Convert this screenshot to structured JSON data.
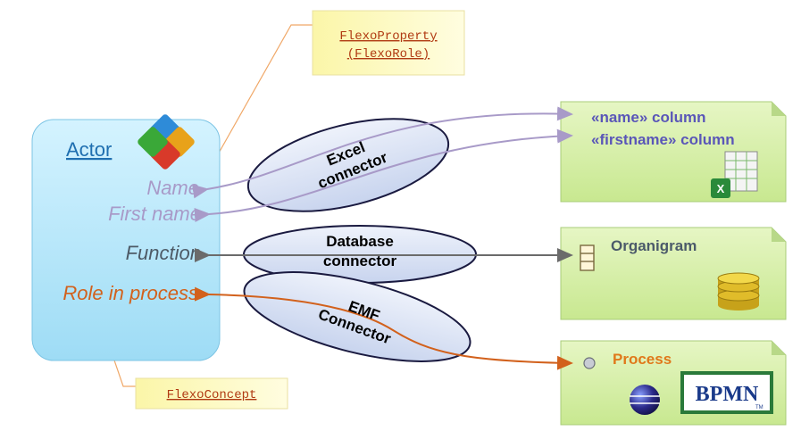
{
  "notes": {
    "flexo_property_line1": "FlexoProperty",
    "flexo_property_line2": "(FlexoRole)",
    "flexo_concept": "FlexoConcept"
  },
  "actor": {
    "title": "Actor",
    "attributes": {
      "name": "Name",
      "first_name": "First name",
      "function": "Function",
      "role_in_process": "Role in process"
    }
  },
  "connectors": {
    "excel_line1": "Excel",
    "excel_line2": "connector",
    "database_line1": "Database",
    "database_line2": "connector",
    "emf_line1": "EMF",
    "emf_line2": "Connector"
  },
  "panels": {
    "excel": {
      "line1": "«name» column",
      "line2": "«firstname» column"
    },
    "database": {
      "title": "Organigram"
    },
    "process": {
      "title": "Process",
      "bpmn_logo": "BPMN",
      "bpmn_tm": "TM"
    }
  },
  "colors": {
    "purple": "#a89ac8",
    "gray": "#6b6b6b",
    "orange": "#d2611c",
    "panel_green": "#d8f0a8",
    "actor_blue": "#bdeafc"
  }
}
